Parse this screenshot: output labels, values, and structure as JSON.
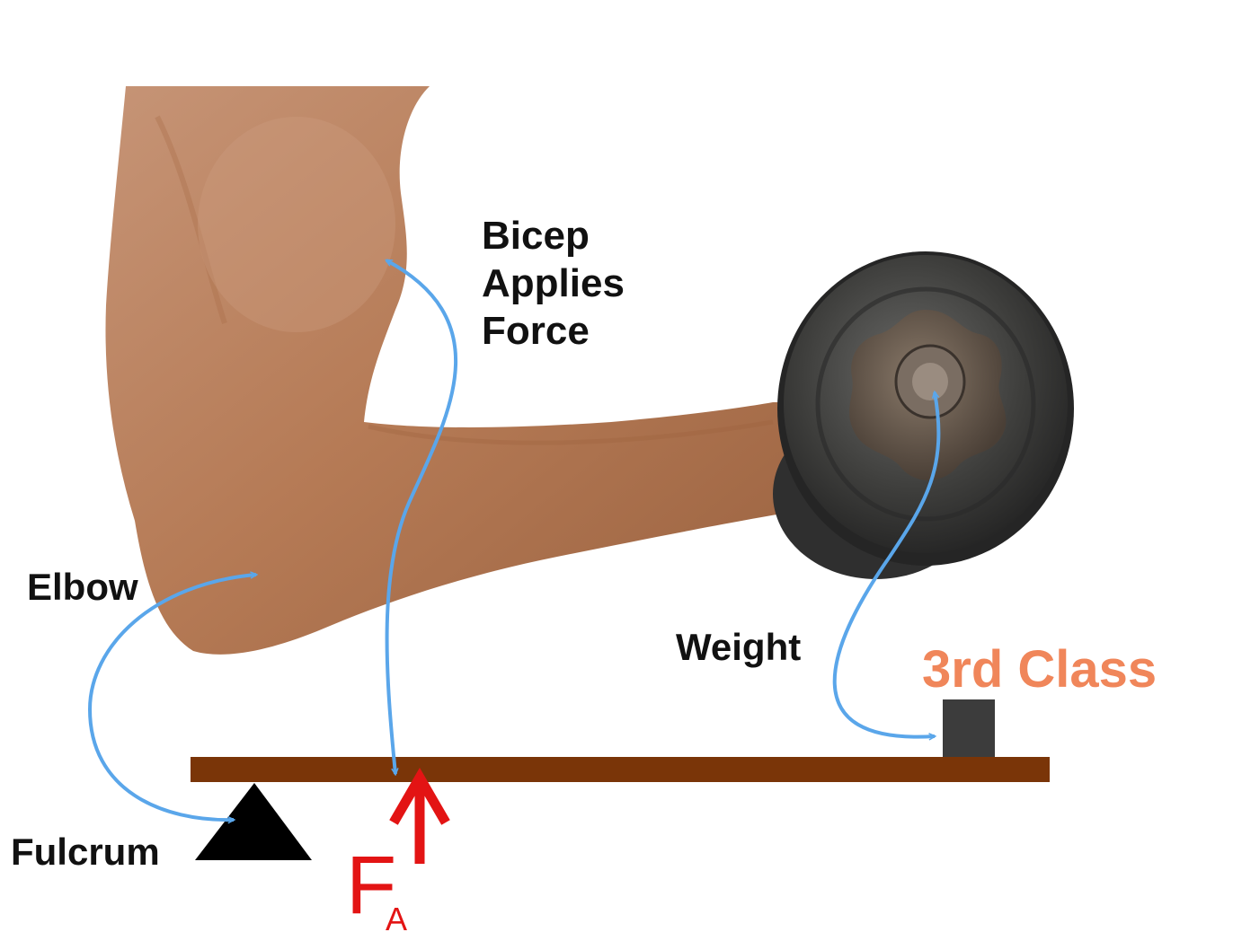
{
  "labels": {
    "bicep_lines": [
      "Bicep",
      "Applies",
      "Force"
    ],
    "elbow": "Elbow",
    "weight": "Weight",
    "fulcrum": "Fulcrum",
    "lever_class": "3rd Class",
    "force_symbol": "F",
    "force_subscript": "A"
  },
  "colors": {
    "label_text": "#111111",
    "lever_class": "#f0865a",
    "force": "#e31414",
    "pointer_arrows": "#5aa6ea",
    "lever_bar": "#7a3508",
    "fulcrum": "#000000",
    "load_block": "#3c3c3c",
    "skin": "#b9805d",
    "dumbbell": "#3f3f3f"
  },
  "icons": {
    "fulcrum": "fulcrum-triangle-icon",
    "load": "load-block-icon",
    "force": "force-arrow-icon",
    "arm": "flexed-arm-illustration",
    "dumbbell": "dumbbell-illustration"
  }
}
